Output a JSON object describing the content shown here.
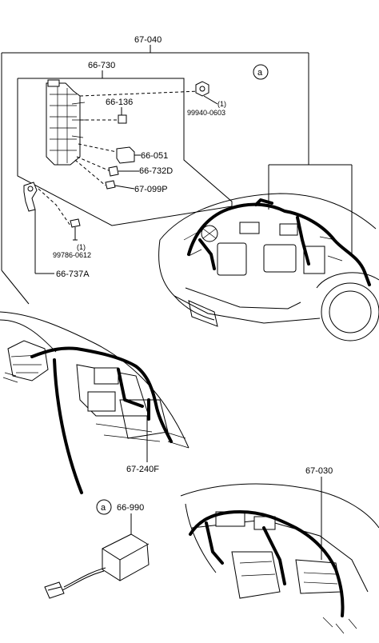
{
  "callouts": {
    "main_harness": "67-040",
    "fuse_block": "66-730",
    "fuse_small": "66-136",
    "nut_part": "99940-0603",
    "nut_qty": "(1)",
    "relay": "66-051",
    "relay_clip": "66-732D",
    "clip": "67-099P",
    "bolt_part": "99786-0612",
    "bolt_qty": "(1)",
    "bracket": "66-737A",
    "dash_harness": "67-240F",
    "instrument_harness": "67-030",
    "module": "66-990",
    "ref_marker": "a"
  }
}
